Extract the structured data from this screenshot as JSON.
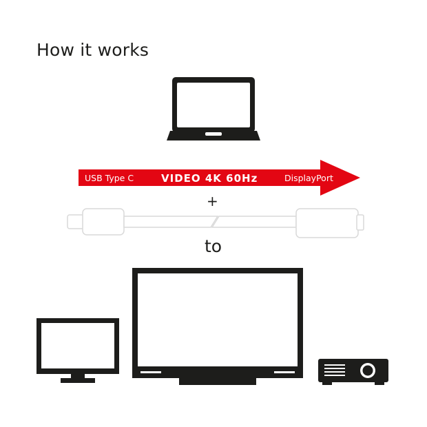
{
  "title": "How it works",
  "arrow": {
    "left_label": "USB Type C",
    "center_label": "VIDEO 4K 60Hz",
    "right_label": "DisplayPort",
    "color": "#e30613"
  },
  "plus_text": "+",
  "to_text": "to",
  "icons": {
    "source": "laptop-icon",
    "cable": "cable-icon",
    "targets": [
      "monitor-icon",
      "tv-icon",
      "projector-icon"
    ]
  },
  "colors": {
    "ink": "#1d1d1b",
    "cable_fill": "#ffffff",
    "cable_stroke": "#d9d9d9"
  }
}
